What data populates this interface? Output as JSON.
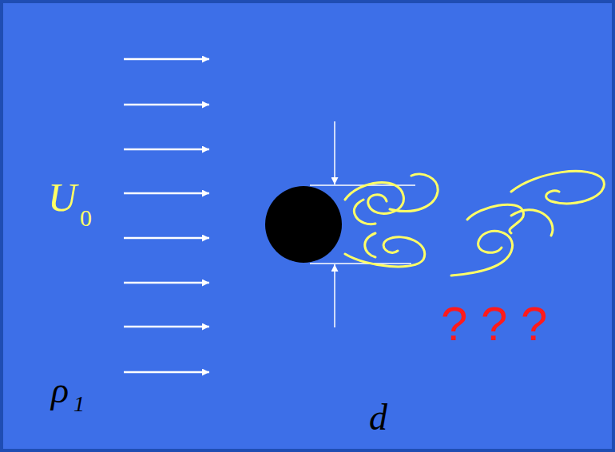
{
  "diagram": {
    "labels": [
      "U",
      "0",
      "ρ",
      "1",
      "d",
      "? ? ?"
    ]
  }
}
